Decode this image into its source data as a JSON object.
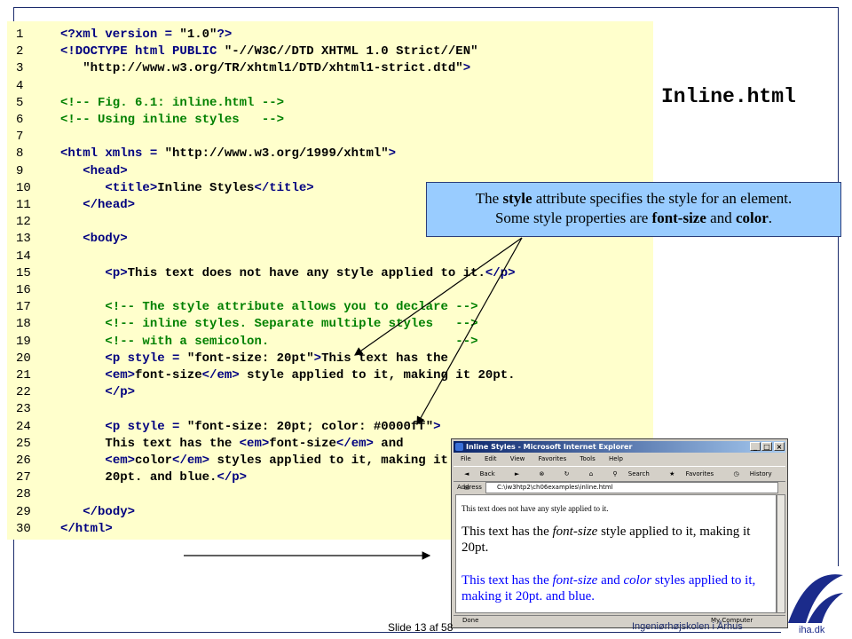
{
  "slide": {
    "title": "Inline.html",
    "footer": "Slide 13 af 58",
    "footer_right": "Ingeniørhøjskolen i Århus",
    "logo_text": "iha.dk"
  },
  "code_lines": [
    {
      "n": "1",
      "indent": "",
      "parts": [
        {
          "k": "k",
          "t": "<?xml version = "
        },
        {
          "k": "s",
          "t": "\"1.0\""
        },
        {
          "k": "k",
          "t": "?>"
        }
      ]
    },
    {
      "n": "2",
      "indent": "",
      "parts": [
        {
          "k": "k",
          "t": "<!DOCTYPE html PUBLIC "
        },
        {
          "k": "s",
          "t": "\"-//W3C//DTD XHTML 1.0 Strict//EN\""
        }
      ]
    },
    {
      "n": "3",
      "indent": "   ",
      "parts": [
        {
          "k": "s",
          "t": "\"http://www.w3.org/TR/xhtml1/DTD/xhtml1-strict.dtd\""
        },
        {
          "k": "k",
          "t": ">"
        }
      ]
    },
    {
      "n": "4",
      "indent": "",
      "parts": []
    },
    {
      "n": "5",
      "indent": "",
      "parts": [
        {
          "k": "c",
          "t": "<!-- Fig. 6.1: inline.html -->"
        }
      ]
    },
    {
      "n": "6",
      "indent": "",
      "parts": [
        {
          "k": "c",
          "t": "<!-- Using inline styles   -->"
        }
      ]
    },
    {
      "n": "7",
      "indent": "",
      "parts": []
    },
    {
      "n": "8",
      "indent": "",
      "parts": [
        {
          "k": "k",
          "t": "<html xmlns = "
        },
        {
          "k": "s",
          "t": "\"http://www.w3.org/1999/xhtml\""
        },
        {
          "k": "k",
          "t": ">"
        }
      ]
    },
    {
      "n": "9",
      "indent": "   ",
      "parts": [
        {
          "k": "k",
          "t": "<head>"
        }
      ]
    },
    {
      "n": "10",
      "indent": "      ",
      "parts": [
        {
          "k": "k",
          "t": "<title>"
        },
        {
          "k": "t",
          "t": "Inline Styles"
        },
        {
          "k": "k",
          "t": "</title>"
        }
      ]
    },
    {
      "n": "11",
      "indent": "   ",
      "parts": [
        {
          "k": "k",
          "t": "</head>"
        }
      ]
    },
    {
      "n": "12",
      "indent": "",
      "parts": []
    },
    {
      "n": "13",
      "indent": "   ",
      "parts": [
        {
          "k": "k",
          "t": "<body>"
        }
      ]
    },
    {
      "n": "14",
      "indent": "",
      "parts": []
    },
    {
      "n": "15",
      "indent": "      ",
      "parts": [
        {
          "k": "k",
          "t": "<p>"
        },
        {
          "k": "t",
          "t": "This text does not have any style applied to it."
        },
        {
          "k": "k",
          "t": "</p>"
        }
      ]
    },
    {
      "n": "16",
      "indent": "",
      "parts": []
    },
    {
      "n": "17",
      "indent": "      ",
      "parts": [
        {
          "k": "c",
          "t": "<!-- The style attribute allows you to declare -->"
        }
      ]
    },
    {
      "n": "18",
      "indent": "      ",
      "parts": [
        {
          "k": "c",
          "t": "<!-- inline styles. Separate multiple styles   -->"
        }
      ]
    },
    {
      "n": "19",
      "indent": "      ",
      "parts": [
        {
          "k": "c",
          "t": "<!-- with a semicolon.                         -->"
        }
      ]
    },
    {
      "n": "20",
      "indent": "      ",
      "parts": [
        {
          "k": "k",
          "t": "<p style = "
        },
        {
          "k": "s",
          "t": "\"font-size: 20pt\""
        },
        {
          "k": "k",
          "t": ">"
        },
        {
          "k": "t",
          "t": "This text has the"
        }
      ]
    },
    {
      "n": "21",
      "indent": "      ",
      "parts": [
        {
          "k": "k",
          "t": "<em>"
        },
        {
          "k": "t",
          "t": "font-size"
        },
        {
          "k": "k",
          "t": "</em>"
        },
        {
          "k": "t",
          "t": " style applied to it, making it 20pt."
        }
      ]
    },
    {
      "n": "22",
      "indent": "      ",
      "parts": [
        {
          "k": "k",
          "t": "</p>"
        }
      ]
    },
    {
      "n": "23",
      "indent": "",
      "parts": []
    },
    {
      "n": "24",
      "indent": "      ",
      "parts": [
        {
          "k": "k",
          "t": "<p style = "
        },
        {
          "k": "s",
          "t": "\"font-size: 20pt; color: #0000ff\""
        },
        {
          "k": "k",
          "t": ">"
        }
      ]
    },
    {
      "n": "25",
      "indent": "      ",
      "parts": [
        {
          "k": "t",
          "t": "This text has the "
        },
        {
          "k": "k",
          "t": "<em>"
        },
        {
          "k": "t",
          "t": "font-size"
        },
        {
          "k": "k",
          "t": "</em>"
        },
        {
          "k": "t",
          "t": " and"
        }
      ]
    },
    {
      "n": "26",
      "indent": "      ",
      "parts": [
        {
          "k": "k",
          "t": "<em>"
        },
        {
          "k": "t",
          "t": "color"
        },
        {
          "k": "k",
          "t": "</em>"
        },
        {
          "k": "t",
          "t": " styles applied to it, making it"
        }
      ]
    },
    {
      "n": "27",
      "indent": "      ",
      "parts": [
        {
          "k": "t",
          "t": "20pt. and blue."
        },
        {
          "k": "k",
          "t": "</p>"
        }
      ]
    },
    {
      "n": "28",
      "indent": "",
      "parts": []
    },
    {
      "n": "29",
      "indent": "   ",
      "parts": [
        {
          "k": "k",
          "t": "</body>"
        }
      ]
    },
    {
      "n": "30",
      "indent": "",
      "parts": [
        {
          "k": "k",
          "t": "</html>"
        }
      ]
    }
  ],
  "callout": {
    "line1_a": "The ",
    "line1_b": "style",
    "line1_c": " attribute specifies the style for an element.",
    "line2_a": "Some style properties are ",
    "line2_b": "font-size",
    "line2_c": " and ",
    "line2_d": "color",
    "line2_e": "."
  },
  "browser": {
    "title": "Inline Styles - Microsoft Internet Explorer",
    "menu": [
      "File",
      "Edit",
      "View",
      "Favorites",
      "Tools",
      "Help"
    ],
    "toolbar": {
      "back": "Back",
      "search": "Search",
      "favorites": "Favorites",
      "history": "History"
    },
    "address_label": "Address",
    "address_value": "C:\\iw3htp2\\ch06examples\\inline.html",
    "p1": "This text does not have any style applied to it.",
    "p2_a": "This text has the ",
    "p2_em": "font-size",
    "p2_b": " style applied to it, making it 20pt.",
    "p3_a": "This text has the ",
    "p3_em1": "font-size",
    "p3_b": " and ",
    "p3_em2": "color",
    "p3_c": " styles applied to it, making it 20pt. and blue.",
    "status_left": "Done",
    "status_right": "My Computer"
  },
  "colors": {
    "code_bg": "#ffffcc",
    "callout_bg": "#99ccff",
    "comment": "#008000",
    "keyword": "#000080",
    "frame": "#1b2b6b",
    "blue_text": "#0000ff"
  }
}
